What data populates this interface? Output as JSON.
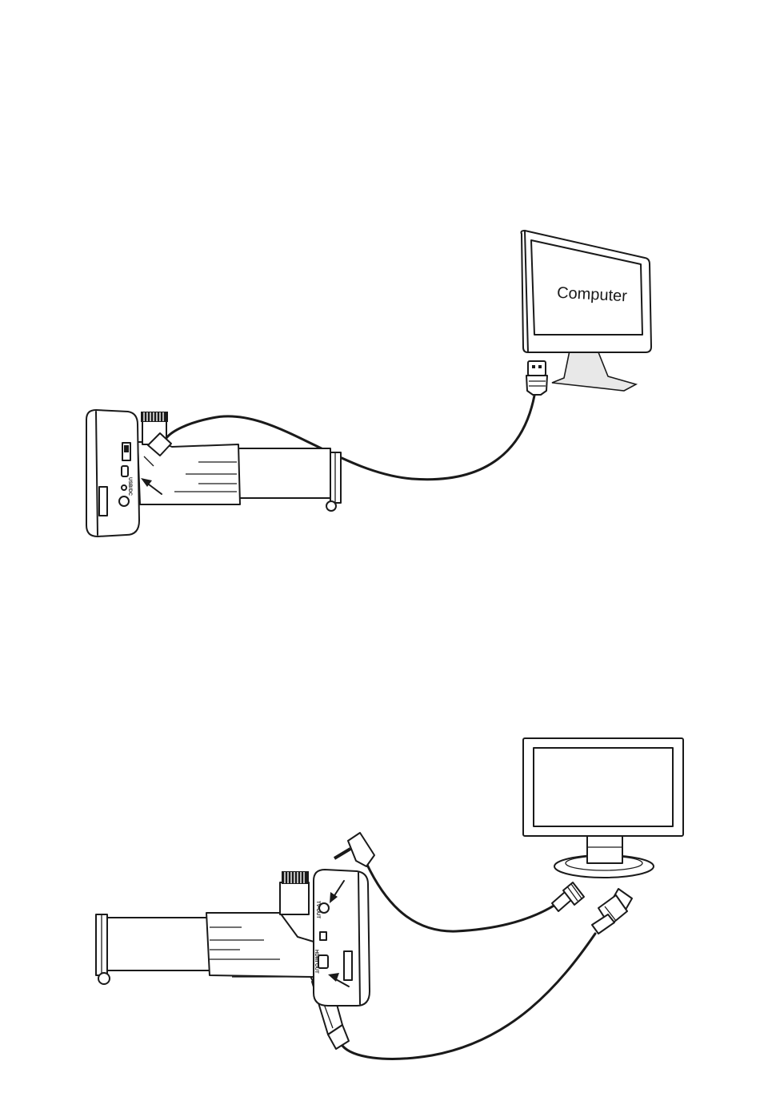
{
  "diagram": {
    "computer_screen_label": "Computer",
    "top_port_labels": {
      "usb_dc": "USB/DC"
    },
    "bottom_port_labels": {
      "tv_out": "TV-OUT",
      "hdmi_out": "HDMI OUT"
    }
  },
  "colors": {
    "line": "#1a1a1a",
    "background": "#ffffff"
  }
}
